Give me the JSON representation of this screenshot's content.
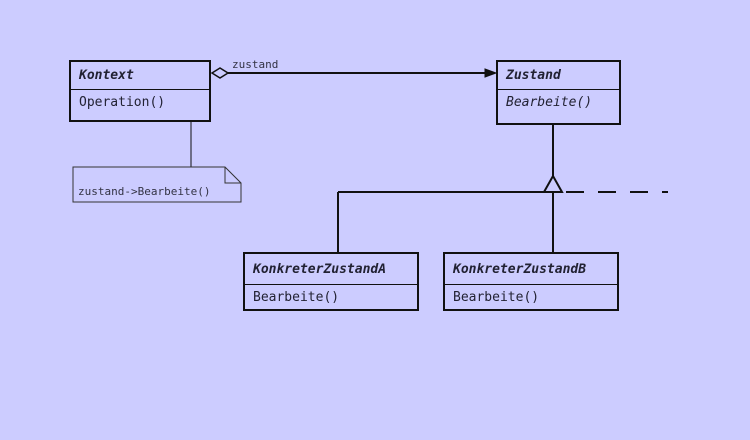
{
  "classes": {
    "kontext": {
      "name": "Kontext",
      "operation": "Operation()"
    },
    "zustand": {
      "name": "Zustand",
      "operation": "Bearbeite()"
    },
    "konkret_a": {
      "name": "KonkreterZustandA",
      "operation": "Bearbeite()"
    },
    "konkret_b": {
      "name": "KonkreterZustandB",
      "operation": "Bearbeite()"
    }
  },
  "association": {
    "label": "zustand"
  },
  "note": {
    "text": "zustand->Bearbeite()"
  },
  "colors": {
    "background": "#ccccff",
    "line": "#111111",
    "text": "#222233"
  }
}
